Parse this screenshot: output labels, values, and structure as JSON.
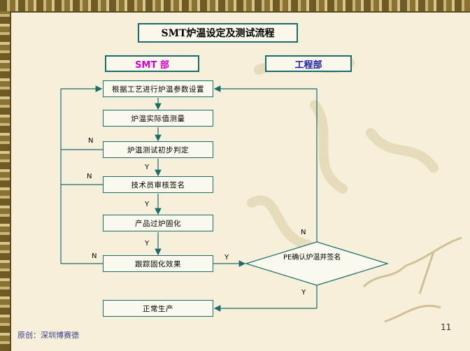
{
  "title": "SMT炉温设定及测试流程",
  "departments": {
    "smt": "SMT 部",
    "engineering": "工程部"
  },
  "steps": [
    "根据工艺进行炉温参数设置",
    "炉温实际值测量",
    "炉温测试初步判定",
    "技术员审核签名",
    "产品过炉固化",
    "跟踪固化效果",
    "正常生产"
  ],
  "decision": "PE确认炉温并签名",
  "labels": {
    "yes": "Y",
    "no": "N"
  },
  "footer": "原创：深圳博赛德",
  "page_number": "11",
  "colors": {
    "border": "#1a6b6b",
    "smt_label": "#d400c8",
    "eng_label": "#1a1aa8",
    "arrow": "#1a6b6b"
  }
}
